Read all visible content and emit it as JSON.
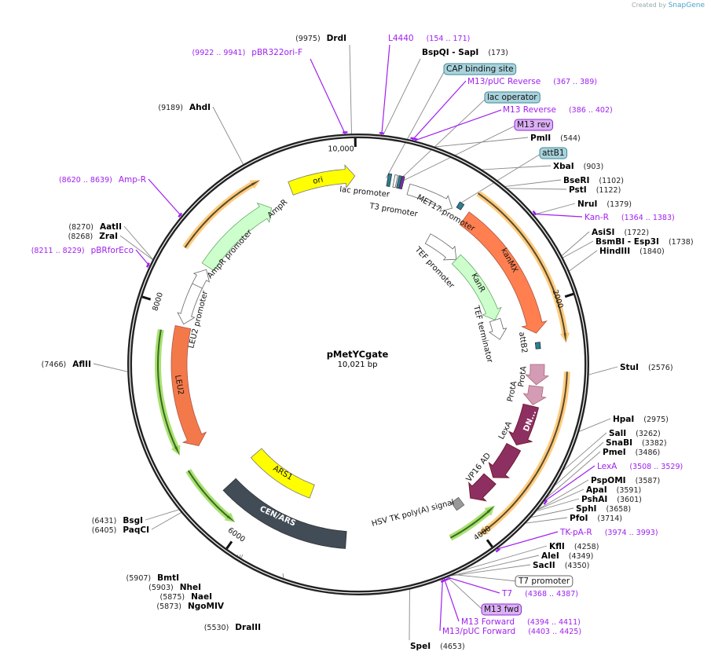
{
  "watermark": {
    "prefix": "Created by",
    "brand": "SnapGene"
  },
  "plasmid": {
    "name": "pMetYCgate",
    "length": "10,021 bp",
    "bp_total": 10021
  },
  "ticks": [
    {
      "label": "10,000",
      "bp": 10000
    },
    {
      "label": "2000",
      "bp": 2000
    },
    {
      "label": "4000",
      "bp": 4000
    },
    {
      "label": "6000",
      "bp": 6000
    },
    {
      "label": "8000",
      "bp": 8000
    }
  ],
  "labels": [
    {
      "kind": "site",
      "name": "DrdI",
      "pos": "(9975)",
      "bp": 9975
    },
    {
      "kind": "primer",
      "name": "pBR322ori-F",
      "pos": "(9922 .. 9941)",
      "bp": 9931
    },
    {
      "kind": "primer",
      "name": "L4440",
      "pos": "(154 .. 171)",
      "bp": 162
    },
    {
      "kind": "site",
      "name": "BspQI  - SapI",
      "pos": "(173)",
      "bp": 173
    },
    {
      "kind": "box",
      "name": "CAP binding site",
      "style": "teal"
    },
    {
      "kind": "primer",
      "name": "M13/pUC Reverse",
      "pos": "(367 .. 389)",
      "bp": 378
    },
    {
      "kind": "box",
      "name": "lac operator",
      "style": "teal"
    },
    {
      "kind": "primer",
      "name": "M13 Reverse",
      "pos": "(386 .. 402)",
      "bp": 394
    },
    {
      "kind": "box",
      "name": "M13 rev",
      "style": "violet"
    },
    {
      "kind": "site",
      "name": "PmlI",
      "pos": "(544)",
      "bp": 544
    },
    {
      "kind": "box",
      "name": "attB1",
      "style": "teal"
    },
    {
      "kind": "site",
      "name": "XbaI",
      "pos": "(903)",
      "bp": 903
    },
    {
      "kind": "site",
      "name": "BseRI",
      "pos": "(1102)",
      "bp": 1102
    },
    {
      "kind": "site",
      "name": "PstI",
      "pos": "(1122)",
      "bp": 1122
    },
    {
      "kind": "site",
      "name": "NruI",
      "pos": "(1379)",
      "bp": 1379
    },
    {
      "kind": "primer",
      "name": "Kan-R",
      "pos": "(1364 .. 1383)",
      "bp": 1373
    },
    {
      "kind": "site",
      "name": "AsiSI",
      "pos": "(1722)",
      "bp": 1722
    },
    {
      "kind": "site",
      "name": "BsmBI  - Esp3I",
      "pos": "(1738)",
      "bp": 1738
    },
    {
      "kind": "site",
      "name": "HindIII",
      "pos": "(1840)",
      "bp": 1840
    },
    {
      "kind": "site",
      "name": "StuI",
      "pos": "(2576)",
      "bp": 2576
    },
    {
      "kind": "site",
      "name": "HpaI",
      "pos": "(2975)",
      "bp": 2975
    },
    {
      "kind": "site",
      "name": "SalI",
      "pos": "(3262)",
      "bp": 3262
    },
    {
      "kind": "site",
      "name": "SnaBI",
      "pos": "(3382)",
      "bp": 3382
    },
    {
      "kind": "site",
      "name": "PmeI",
      "pos": "(3486)",
      "bp": 3486
    },
    {
      "kind": "primer",
      "name": "LexA",
      "pos": "(3508 .. 3529)",
      "bp": 3518
    },
    {
      "kind": "site",
      "name": "PspOMI",
      "pos": "(3587)",
      "bp": 3587
    },
    {
      "kind": "site",
      "name": "ApaI",
      "pos": "(3591)",
      "bp": 3591
    },
    {
      "kind": "site",
      "name": "PshAI",
      "pos": "(3601)",
      "bp": 3601
    },
    {
      "kind": "site",
      "name": "SphI",
      "pos": "(3658)",
      "bp": 3658
    },
    {
      "kind": "site",
      "name": "PfoI",
      "pos": "(3714)",
      "bp": 3714
    },
    {
      "kind": "primer",
      "name": "TK-pA-R",
      "pos": "(3974 .. 3993)",
      "bp": 3983
    },
    {
      "kind": "site",
      "name": "KflI",
      "pos": "(4258)",
      "bp": 4258
    },
    {
      "kind": "site",
      "name": "AleI",
      "pos": "(4349)",
      "bp": 4349
    },
    {
      "kind": "site",
      "name": "SacII",
      "pos": "(4350)",
      "bp": 4350
    },
    {
      "kind": "box",
      "name": "T7 promoter",
      "style": "white"
    },
    {
      "kind": "primer",
      "name": "T7",
      "pos": "(4368 .. 4387)",
      "bp": 4377
    },
    {
      "kind": "box",
      "name": "M13 fwd",
      "style": "violet"
    },
    {
      "kind": "primer",
      "name": "M13 Forward",
      "pos": "(4394 .. 4411)",
      "bp": 4402
    },
    {
      "kind": "primer",
      "name": "M13/pUC Forward",
      "pos": "(4403 .. 4425)",
      "bp": 4414
    },
    {
      "kind": "site",
      "name": "SpeI",
      "pos": "(4653)",
      "bp": 4653
    },
    {
      "kind": "site",
      "name": "AhdI",
      "pos": "(9189)",
      "bp": 9189
    },
    {
      "kind": "primer",
      "name": "Amp-R",
      "pos": "(8620 .. 8639)",
      "bp": 8629
    },
    {
      "kind": "site",
      "name": "AatII",
      "pos": "(8270)",
      "bp": 8270
    },
    {
      "kind": "site",
      "name": "ZraI",
      "pos": "(8268)",
      "bp": 8268
    },
    {
      "kind": "primer",
      "name": "pBRforEco",
      "pos": "(8211 .. 8229)",
      "bp": 8220
    },
    {
      "kind": "site",
      "name": "AflII",
      "pos": "(7466)",
      "bp": 7466
    },
    {
      "kind": "site",
      "name": "BsgI",
      "pos": "(6431)",
      "bp": 6431
    },
    {
      "kind": "site",
      "name": "PaqCI",
      "pos": "(6405)",
      "bp": 6405
    },
    {
      "kind": "site",
      "name": "BmtI",
      "pos": "(5907)",
      "bp": 5907
    },
    {
      "kind": "site",
      "name": "NheI",
      "pos": "(5903)",
      "bp": 5903
    },
    {
      "kind": "site",
      "name": "NaeI",
      "pos": "(5875)",
      "bp": 5875
    },
    {
      "kind": "site",
      "name": "NgoMIV",
      "pos": "(5873)",
      "bp": 5873
    },
    {
      "kind": "site",
      "name": "DraIII",
      "pos": "(5530)",
      "bp": 5530
    }
  ],
  "features": {
    "ori": "ori",
    "ampr": "AmpR",
    "ampr_promoter": "AmpR promoter",
    "leu2_promoter": "LEU2 promoter",
    "leu2": "LEU2",
    "ars1": "ARS1",
    "cen_ars": "CEN/ARS",
    "lac_promoter": "lac promoter",
    "t3_promoter": "T3 promoter",
    "met17_promoter": "MET17 promoter",
    "tef_promoter": "TEF promoter",
    "kanmx": "kanMX",
    "kanr": "KanR",
    "tef_terminator": "TEF terminator",
    "attb2": "attB2",
    "prota1": "ProtA",
    "prota2": "ProtA",
    "dn": "DN...",
    "lexa": "LexA",
    "vp16": "VP16 AD",
    "hsv": "HSV TK poly(A) signal"
  },
  "colors": {
    "primer": "#a020f0",
    "ring": "#222222",
    "orange_track": "#ffcc80",
    "green_track": "#a8e070"
  }
}
